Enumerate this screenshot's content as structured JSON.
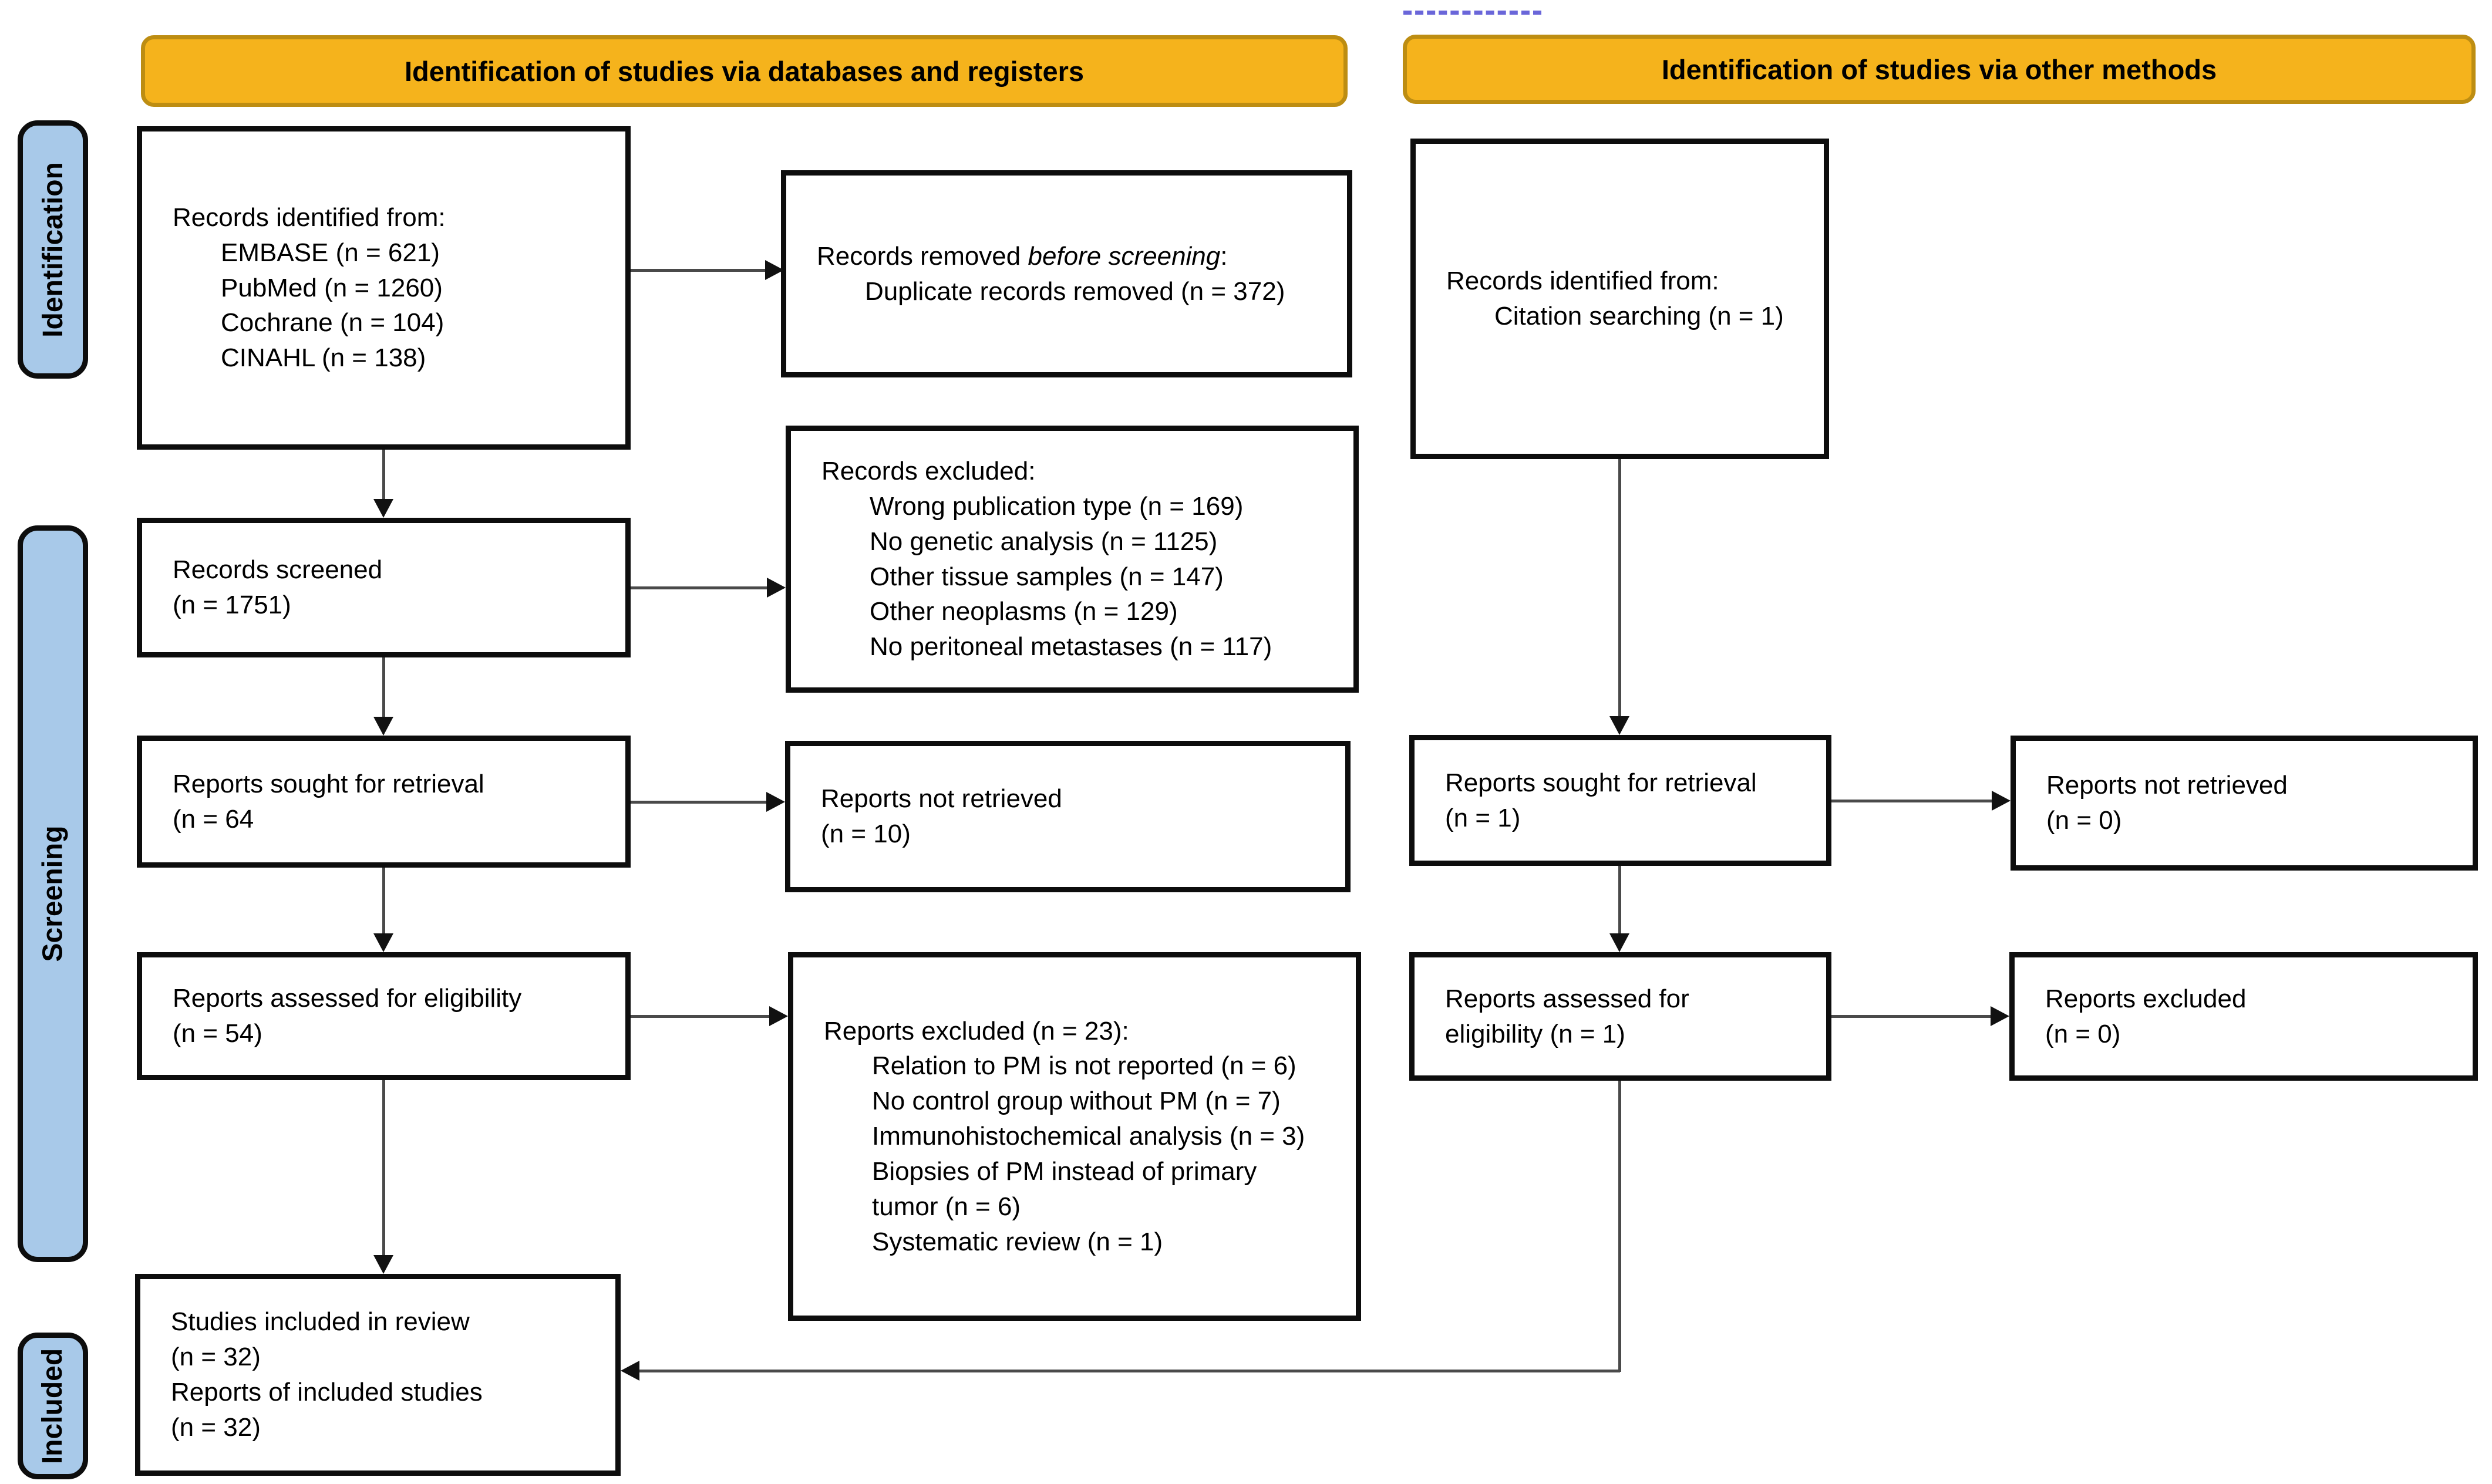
{
  "banners": {
    "databases": "Identification of studies via databases and registers",
    "other": "Identification of studies via other methods"
  },
  "sidebar": {
    "identification": "Identification",
    "screening": "Screening",
    "included": "Included"
  },
  "boxes": {
    "records_identified_db": {
      "lines": [
        {
          "t": "Records identified from:"
        },
        {
          "t": "EMBASE (n = 621)",
          "indent": 1
        },
        {
          "t": "PubMed (n = 1260)",
          "indent": 1
        },
        {
          "t": "Cochrane (n = 104)",
          "indent": 1
        },
        {
          "t": "CINAHL (n = 138)",
          "indent": 1
        }
      ]
    },
    "records_removed": {
      "lines": [
        {
          "segs": [
            {
              "t": "Records removed "
            },
            {
              "t": "before screening",
              "i": 1
            },
            {
              "t": ":"
            }
          ]
        },
        {
          "t": "Duplicate records removed (n = 372)",
          "indent": 1
        }
      ]
    },
    "records_identified_other": {
      "lines": [
        {
          "t": "Records identified from:"
        },
        {
          "t": "Citation searching (n = 1)",
          "indent": 1
        }
      ]
    },
    "records_screened": {
      "lines": [
        {
          "t": "Records screened"
        },
        {
          "t": "(n = 1751)"
        }
      ]
    },
    "records_excluded": {
      "lines": [
        {
          "t": "Records excluded:"
        },
        {
          "t": "Wrong publication type (n = 169)",
          "indent": 1
        },
        {
          "t": "No genetic analysis (n = 1125)",
          "indent": 1
        },
        {
          "t": "Other tissue samples (n = 147)",
          "indent": 1
        },
        {
          "t": "Other neoplasms (n = 129)",
          "indent": 1
        },
        {
          "t": "No peritoneal metastases (n = 117)",
          "indent": 1
        }
      ]
    },
    "reports_sought_db": {
      "lines": [
        {
          "t": "Reports sought for retrieval"
        },
        {
          "t": "(n = 64"
        }
      ]
    },
    "reports_not_retrieved_db": {
      "lines": [
        {
          "t": "Reports not retrieved"
        },
        {
          "t": "(n = 10)"
        }
      ]
    },
    "reports_assessed_db": {
      "lines": [
        {
          "t": "Reports assessed for eligibility"
        },
        {
          "t": "(n = 54)"
        }
      ]
    },
    "reports_excluded_db": {
      "lines": [
        {
          "t": "Reports excluded (n = 23):"
        },
        {
          "t": "Relation to PM is not reported (n = 6)",
          "indent": 1
        },
        {
          "t": "No control group without PM (n = 7)",
          "indent": 1
        },
        {
          "t": "Immunohistochemical analysis (n = 3)",
          "indent": 1
        },
        {
          "t": "Biopsies of PM instead of primary",
          "indent": 1
        },
        {
          "t": "tumor (n = 6)",
          "indent": 1
        },
        {
          "t": "Systematic review (n = 1)",
          "indent": 1
        }
      ]
    },
    "reports_sought_other": {
      "lines": [
        {
          "t": "Reports sought for retrieval"
        },
        {
          "t": "(n = 1)"
        }
      ]
    },
    "reports_not_retrieved_other": {
      "lines": [
        {
          "t": "Reports not retrieved"
        },
        {
          "t": "(n = 0)"
        }
      ]
    },
    "reports_assessed_other": {
      "lines": [
        {
          "t": "Reports assessed for"
        },
        {
          "t": "eligibility (n = 1)"
        }
      ]
    },
    "reports_excluded_other": {
      "lines": [
        {
          "t": "Reports excluded"
        },
        {
          "t": "(n = 0)"
        }
      ]
    },
    "studies_included": {
      "lines": [
        {
          "t": "Studies included in review"
        },
        {
          "t": "(n = 32)"
        },
        {
          "t": "Reports of included studies"
        },
        {
          "t": "(n = 32)"
        }
      ]
    }
  },
  "colors": {
    "banner-fill": "#F5B31C",
    "banner-border": "#BD8D12",
    "pill-fill": "#A8C9E9",
    "pill-border": "#0d0d0d",
    "box-border": "#0d0d0d",
    "line": "#4a4a4a",
    "arrowhead": "#111111",
    "dash": "#6a66d9",
    "text": "#000000"
  }
}
